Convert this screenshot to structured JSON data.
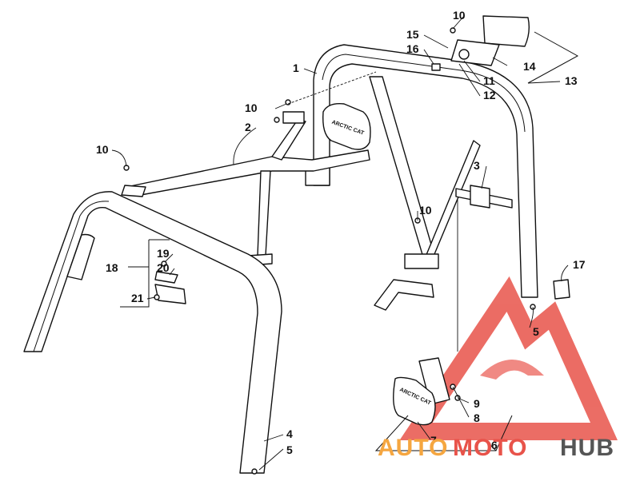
{
  "diagram": {
    "labels": {
      "p1": "1",
      "p2": "2",
      "p3": "3",
      "p4": "4",
      "p5a": "5",
      "p5b": "5",
      "p6": "6",
      "p7": "7",
      "p8": "8",
      "p9": "9",
      "p10a": "10",
      "p10b": "10",
      "p10c": "10",
      "p10d": "10",
      "p11": "11",
      "p12": "12",
      "p13": "13",
      "p14": "14",
      "p15": "15",
      "p16": "16",
      "p17": "17",
      "p18": "18",
      "p19": "19",
      "p20": "20",
      "p21": "21"
    },
    "emblem_text": "ARCTIC CAT"
  },
  "watermark": {
    "text_red": "AUTO",
    "text_orange": "MOTO",
    "text_gray": "HUB",
    "colors": {
      "red": "#e8534a",
      "orange": "#f5a640",
      "gray": "#555555"
    }
  }
}
